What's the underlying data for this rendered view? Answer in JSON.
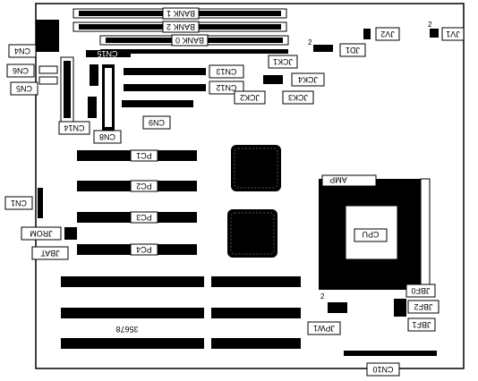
{
  "labels": {
    "bank1": "BANK 1",
    "bank2": "BANK 2",
    "bank0": "BANK 0",
    "cn4": "CN4",
    "cn6": "CN6",
    "cn5": "CN5",
    "cn15": "CN15",
    "cn14": "CN14",
    "cn8": "CN8",
    "cn13": "CN13",
    "cn12": "CN12",
    "cn9": "CN9",
    "jck1": "JCK1",
    "jck2": "JCK2",
    "jck3": "JCK3",
    "jck4": "JCK4",
    "jd1": "JD1",
    "jd1_pin": "2",
    "jv2": "JV2",
    "jv1": "JV1",
    "jv1_pin": "2",
    "pc1": "PC1",
    "pc2": "PC2",
    "pc3": "PC3",
    "pc4": "PC4",
    "cn1": "CN1",
    "jrom": "JROM",
    "jbat": "JBAT",
    "amp": "AMP",
    "cpu": "CPU",
    "jbf0": "JBF0",
    "jbf2": "JBF2",
    "jbf1": "JBF1",
    "jpw1": "JPW1",
    "jpw1_pin": "2",
    "part_number": "35678",
    "cn10": "CN10"
  },
  "colors": {
    "ink": "#000000",
    "paper": "#ffffff"
  }
}
